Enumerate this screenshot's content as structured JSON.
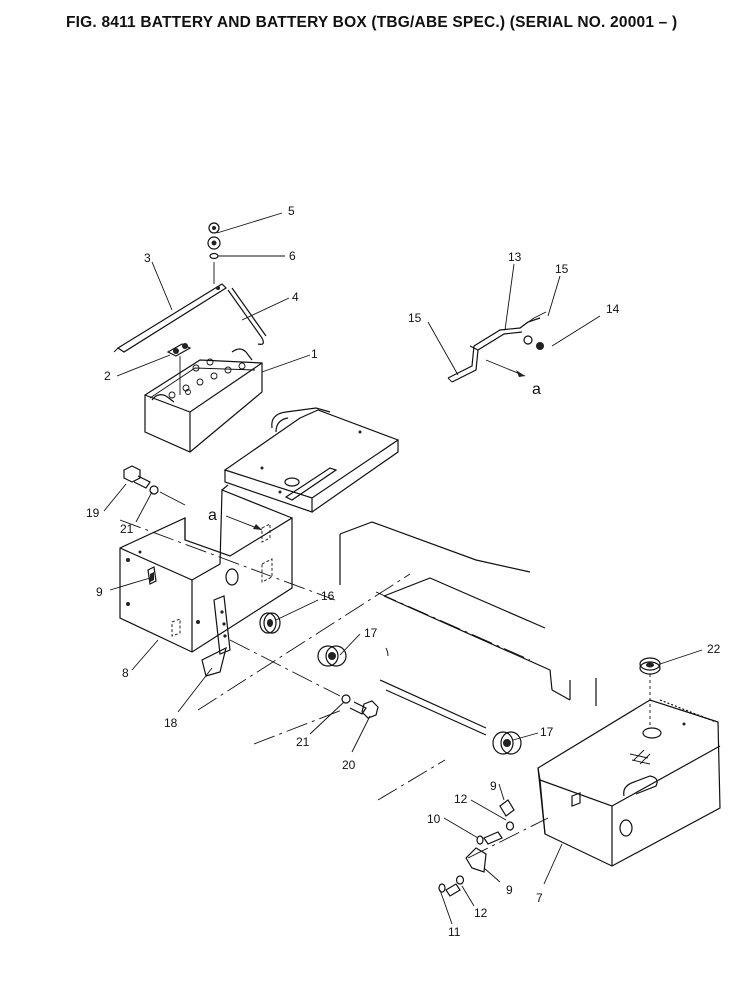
{
  "title": "FIG. 8411  BATTERY AND BATTERY BOX (TBG/ABE SPEC.) (SERIAL NO. 20001 – )",
  "callouts": {
    "c1": "1",
    "c2": "2",
    "c3": "3",
    "c4": "4",
    "c5": "5",
    "c6": "6",
    "c7": "7",
    "c8": "8",
    "c9a": "9",
    "c9b": "9",
    "c9c": "9",
    "c10": "10",
    "c11": "11",
    "c12a": "12",
    "c12b": "12",
    "c13": "13",
    "c14": "14",
    "c15a": "15",
    "c15b": "15",
    "c16": "16",
    "c17a": "17",
    "c17b": "17",
    "c18": "18",
    "c19": "19",
    "c20": "20",
    "c21a": "21",
    "c21b": "21",
    "c22": "22",
    "ref_a1": "a",
    "ref_a2": "a"
  }
}
